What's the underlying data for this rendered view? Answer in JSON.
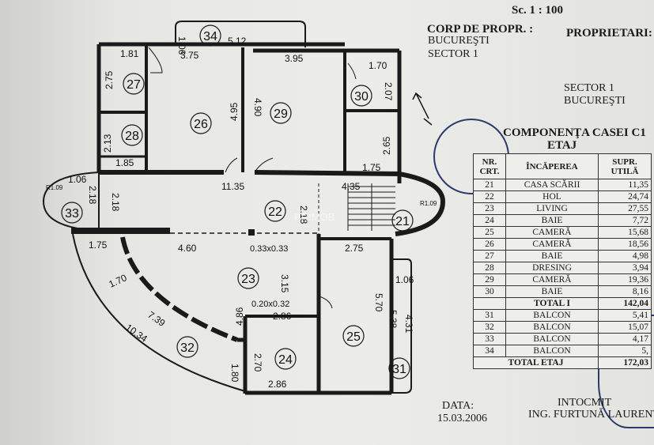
{
  "header": {
    "scale": "Sc. 1 : 100",
    "corp_label": "CORP DE PROPR. :",
    "owners_label": "PROPRIETARI:",
    "city_top": "BUCUREŞTI",
    "sector_top": "SECTOR 1",
    "sector_right": "SECTOR 1",
    "city_right": "BUCUREŞTI"
  },
  "table": {
    "title_line1": "COMPONENŢA CASEI C1",
    "title_line2": "ETAJ",
    "col_nr": "NR. CRT.",
    "col_room": "ÎNCĂPEREA",
    "col_area": "SUPR. UTILĂ",
    "rows": [
      {
        "nr": "21",
        "name": "CASA SCĂRII",
        "area": "11,35"
      },
      {
        "nr": "22",
        "name": "HOL",
        "area": "24,74"
      },
      {
        "nr": "23",
        "name": "LIVING",
        "area": "27,55"
      },
      {
        "nr": "24",
        "name": "BAIE",
        "area": "7,72"
      },
      {
        "nr": "25",
        "name": "CAMERĂ",
        "area": "15,68"
      },
      {
        "nr": "26",
        "name": "CAMERĂ",
        "area": "18,56"
      },
      {
        "nr": "27",
        "name": "BAIE",
        "area": "4,98"
      },
      {
        "nr": "28",
        "name": "DRESING",
        "area": "3,94"
      },
      {
        "nr": "29",
        "name": "CAMERĂ",
        "area": "19,36"
      },
      {
        "nr": "30",
        "name": "BAIE",
        "area": "8,16"
      }
    ],
    "total1_label": "TOTAL I",
    "total1_value": "142,04",
    "balcony_rows": [
      {
        "nr": "31",
        "name": "BALCON",
        "area": "5,41"
      },
      {
        "nr": "32",
        "name": "BALCON",
        "area": "15,07"
      },
      {
        "nr": "33",
        "name": "BALCON",
        "area": "4,17"
      },
      {
        "nr": "34",
        "name": "BALCON",
        "area": "5,"
      }
    ],
    "total_label": "TOTAL ETAJ",
    "total_value": "172,03"
  },
  "footer": {
    "date_label": "DATA:",
    "date_value": "15.03.2006",
    "author_label": "INTOCMIT",
    "author_name": "ING. FURTUNĂ LAURENŢ"
  },
  "watermark": "PRIMOB",
  "rooms": [
    "21",
    "22",
    "23",
    "24",
    "25",
    "26",
    "27",
    "28",
    "29",
    "30",
    "31",
    "32",
    "33",
    "34"
  ],
  "dimensions": {
    "d_1_06_top": "1.06",
    "d_5_12": "5.12",
    "d_1_81": "1.81",
    "d_3_75": "3.75",
    "d_3_95": "3.95",
    "d_1_70_top": "1.70",
    "d_2_75": "2.75",
    "d_2_07": "2.07",
    "d_4_95": "4.95",
    "d_4_90": "4.90",
    "d_2_13": "2.13",
    "d_2_65": "2.65",
    "d_1_85": "1.85",
    "d_1_75_top": "1.75",
    "d_1_06_left": "1.06",
    "d_2_18_a": "2.18",
    "d_2_18_b": "2.18",
    "d_11_35": "11.35",
    "d_4_35": "4,35",
    "d_2_18_c": "2.18",
    "d_r109_left": "R1.09",
    "d_r109_right": "R1.09",
    "d_1_75_left": "1.75",
    "d_4_60": "4.60",
    "d_033": "0.33x0.33",
    "d_2_75_mid": "2.75",
    "d_1_70_arc": "1.70",
    "d_3_15": "3.15",
    "d_5_70": "5.70",
    "d_1_06_right": "1.06",
    "d_020": "0.20x0.32",
    "d_7_39": "7.39",
    "d_4_86": "4.86",
    "d_2_86_top": "2.86",
    "d_5_38": "5.38",
    "d_4_31": "4.31",
    "d_10_34": "10.34",
    "d_2_70": "2.70",
    "d_1_80": "1.80",
    "d_2_86_bot": "2.86"
  },
  "colors": {
    "wall": "#1a1a1a",
    "paper": "#ecece8",
    "stamp": "#2c3a6e"
  }
}
